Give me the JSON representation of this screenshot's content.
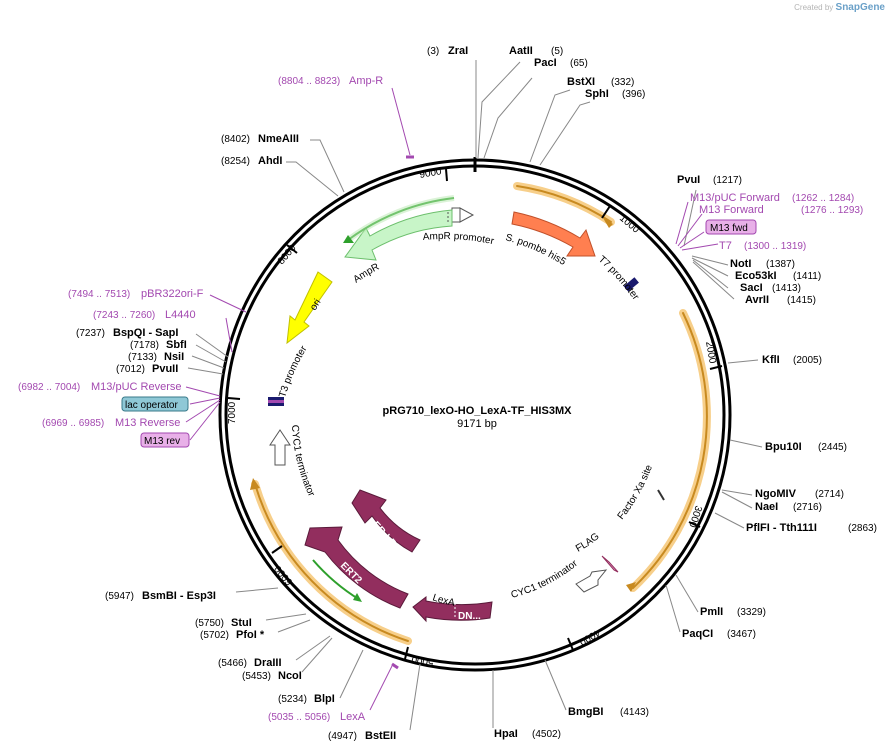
{
  "credit": {
    "prefix": "Created by",
    "brand": "SnapGene"
  },
  "plasmid": {
    "name": "pRG710_lexO-HO_LexA-TF_HIS3MX",
    "length": "9171 bp"
  },
  "ticks": [
    "1000",
    "2000",
    "3000",
    "4000",
    "5000",
    "6000",
    "7000",
    "8000",
    "9000"
  ],
  "features": {
    "spombe_his5": "S. pombe his5",
    "ampr_promoter": "AmpR promoter",
    "ampr": "AmpR",
    "ori": "ori",
    "t3_promoter": "T3 promoter",
    "t7_promoter": "T7 promoter",
    "cyc1_terminator_left": "CYC1 terminator",
    "cyc1_terminator_right": "CYC1 terminator",
    "factor_xa_site": "Factor Xa site",
    "flag": "FLAG",
    "lexa": "LexA",
    "dn": "DN...",
    "ert2": "ERT2",
    "er_lbd": "ER-LBD"
  },
  "sites": [
    {
      "key": "zrai",
      "pos": "(3)",
      "name": "ZraI"
    },
    {
      "key": "aatii",
      "pos": "(5)",
      "name": "AatII"
    },
    {
      "key": "paci",
      "pos": "(65)",
      "name": "PacI"
    },
    {
      "key": "bstxi",
      "pos": "(332)",
      "name": "BstXI"
    },
    {
      "key": "sphi",
      "pos": "(396)",
      "name": "SphI"
    },
    {
      "key": "nmeaiii",
      "pos": "(8402)",
      "name": "NmeAIII"
    },
    {
      "key": "ahdi",
      "pos": "(8254)",
      "name": "AhdI"
    },
    {
      "key": "pvui",
      "pos": "(1217)",
      "name": "PvuI"
    },
    {
      "key": "noti",
      "pos": "(1387)",
      "name": "NotI"
    },
    {
      "key": "eco53ki",
      "pos": "(1411)",
      "name": "Eco53kI"
    },
    {
      "key": "saci",
      "pos": "(1413)",
      "name": "SacI"
    },
    {
      "key": "avrii",
      "pos": "(1415)",
      "name": "AvrII"
    },
    {
      "key": "kfli",
      "pos": "(2005)",
      "name": "KflI"
    },
    {
      "key": "bpu10i",
      "pos": "(2445)",
      "name": "Bpu10I"
    },
    {
      "key": "ngomiv",
      "pos": "(2714)",
      "name": "NgoMIV"
    },
    {
      "key": "naei",
      "pos": "(2716)",
      "name": "NaeI"
    },
    {
      "key": "pflfi",
      "pos": "(2863)",
      "name": "PflFI  - Tth111I"
    },
    {
      "key": "pmli",
      "pos": "(3329)",
      "name": "PmlI"
    },
    {
      "key": "paqci",
      "pos": "(3467)",
      "name": "PaqCI"
    },
    {
      "key": "bmgbi",
      "pos": "(4143)",
      "name": "BmgBI"
    },
    {
      "key": "hpai",
      "pos": "(4502)",
      "name": "HpaI"
    },
    {
      "key": "bsteii",
      "pos": "(4947)",
      "name": "BstEII"
    },
    {
      "key": "blpi",
      "pos": "(5234)",
      "name": "BlpI"
    },
    {
      "key": "ncoi",
      "pos": "(5453)",
      "name": "NcoI"
    },
    {
      "key": "draiii",
      "pos": "(5466)",
      "name": "DraIII"
    },
    {
      "key": "pfoi",
      "pos": "(5702)",
      "name": "PfoI *"
    },
    {
      "key": "stui",
      "pos": "(5750)",
      "name": "StuI"
    },
    {
      "key": "bsmbi",
      "pos": "(5947)",
      "name": "BsmBI  - Esp3I"
    },
    {
      "key": "bspqi",
      "pos": "(7237)",
      "name": "BspQI  - SapI"
    },
    {
      "key": "sbfi",
      "pos": "(7178)",
      "name": "SbfI"
    },
    {
      "key": "nsii",
      "pos": "(7133)",
      "name": "NsiI"
    },
    {
      "key": "pvuii",
      "pos": "(7012)",
      "name": "PvuII"
    }
  ],
  "primers": [
    {
      "key": "ampr_primer",
      "pos": "(8804 .. 8823)",
      "name": "Amp-R"
    },
    {
      "key": "m13puc_fwd",
      "pos": "(1262 .. 1284)",
      "name": "M13/pUC Forward"
    },
    {
      "key": "m13_fwd",
      "pos": "(1276 .. 1293)",
      "name": "M13 Forward"
    },
    {
      "key": "t7",
      "pos": "(1300 .. 1319)",
      "name": "T7"
    },
    {
      "key": "pbr322",
      "pos": "(7494 .. 7513)",
      "name": "pBR322ori-F"
    },
    {
      "key": "l4440",
      "pos": "(7243 .. 7260)",
      "name": "L4440"
    },
    {
      "key": "m13puc_rev",
      "pos": "(6982 .. 7004)",
      "name": "M13/pUC Reverse"
    },
    {
      "key": "m13_rev",
      "pos": "(6969 .. 6985)",
      "name": "M13 Reverse"
    },
    {
      "key": "lexa_primer",
      "pos": "(5035 .. 5056)",
      "name": "LexA"
    }
  ],
  "boxed_labels": {
    "m13_fwd_box": "M13 fwd",
    "lac_operator": "lac operator",
    "m13_rev_box": "M13 rev"
  },
  "colors": {
    "primer": "#a349b0",
    "orange": "#f5a623",
    "green": "#2ea02c",
    "ampr_fill": "#c8f5c8",
    "yellow": "#ffff00",
    "coral": "#ff7f50",
    "maroon": "#922e5e",
    "lac_box": "#8fc8d6",
    "primer_box": "#e8b0e8"
  }
}
